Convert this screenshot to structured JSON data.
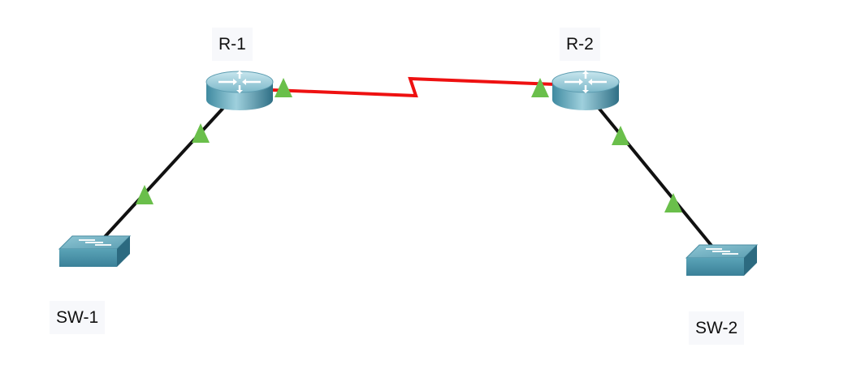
{
  "devices": {
    "r1": {
      "label": "R-1",
      "type": "router-icon"
    },
    "r2": {
      "label": "R-2",
      "type": "router-icon"
    },
    "sw1": {
      "label": "SW-1",
      "type": "switch-icon"
    },
    "sw2": {
      "label": "SW-2",
      "type": "switch-icon"
    }
  },
  "links": [
    {
      "from": "r1",
      "to": "r2",
      "kind": "serial",
      "status": "up"
    },
    {
      "from": "r1",
      "to": "sw1",
      "kind": "ethernet",
      "status": "up"
    },
    {
      "from": "r2",
      "to": "sw2",
      "kind": "ethernet",
      "status": "up"
    }
  ],
  "colors": {
    "serial_link": "#ee1111",
    "ethernet_link": "#111111",
    "link_up": "#6abf4b",
    "device_body": "#4a93a8",
    "label_background": "#f7f8fb"
  }
}
